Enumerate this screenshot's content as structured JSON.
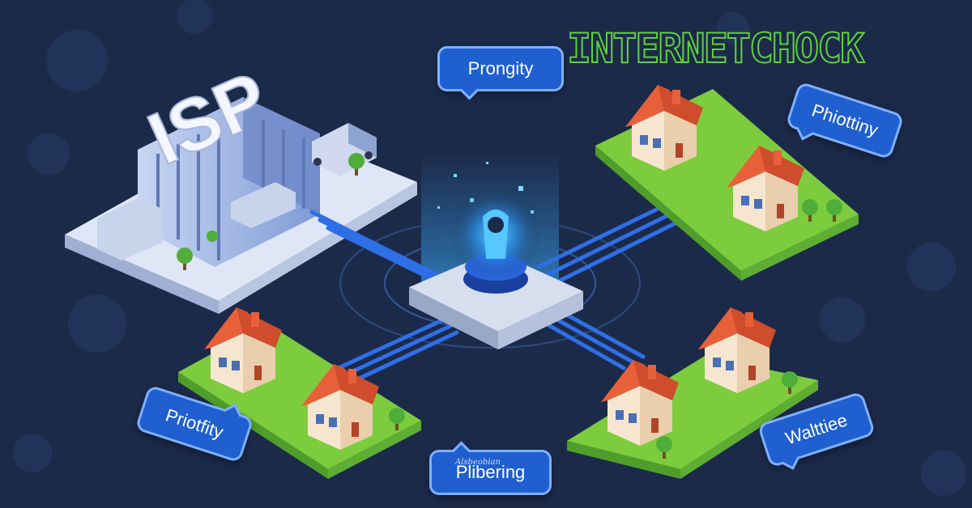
{
  "brand": {
    "title": "INTERNETCHOCK"
  },
  "building": {
    "sign": "ISP"
  },
  "labels": {
    "top": "Prongity",
    "right": "Phiottiny",
    "left": "Priotfity",
    "bottom": "Plibering",
    "bottom_right": "Walttiee",
    "watermark": "Alsbeobian"
  },
  "colors": {
    "background": "#1c2a4a",
    "bubble_fill": "#1f5fcf",
    "bubble_border": "#7fb0ff",
    "roof": "#e8603a",
    "wall": "#f7e6cf",
    "grass": "#7ccc3e",
    "cable": "#2f6fe6",
    "hub_glow": "#33aaff",
    "brand_outline": "#5fd13a"
  },
  "icons": {
    "hub": "glowing-router-icon",
    "houses": "house-icon",
    "building": "isp-building-icon",
    "trees": "tree-icon",
    "server": "server-icon"
  }
}
